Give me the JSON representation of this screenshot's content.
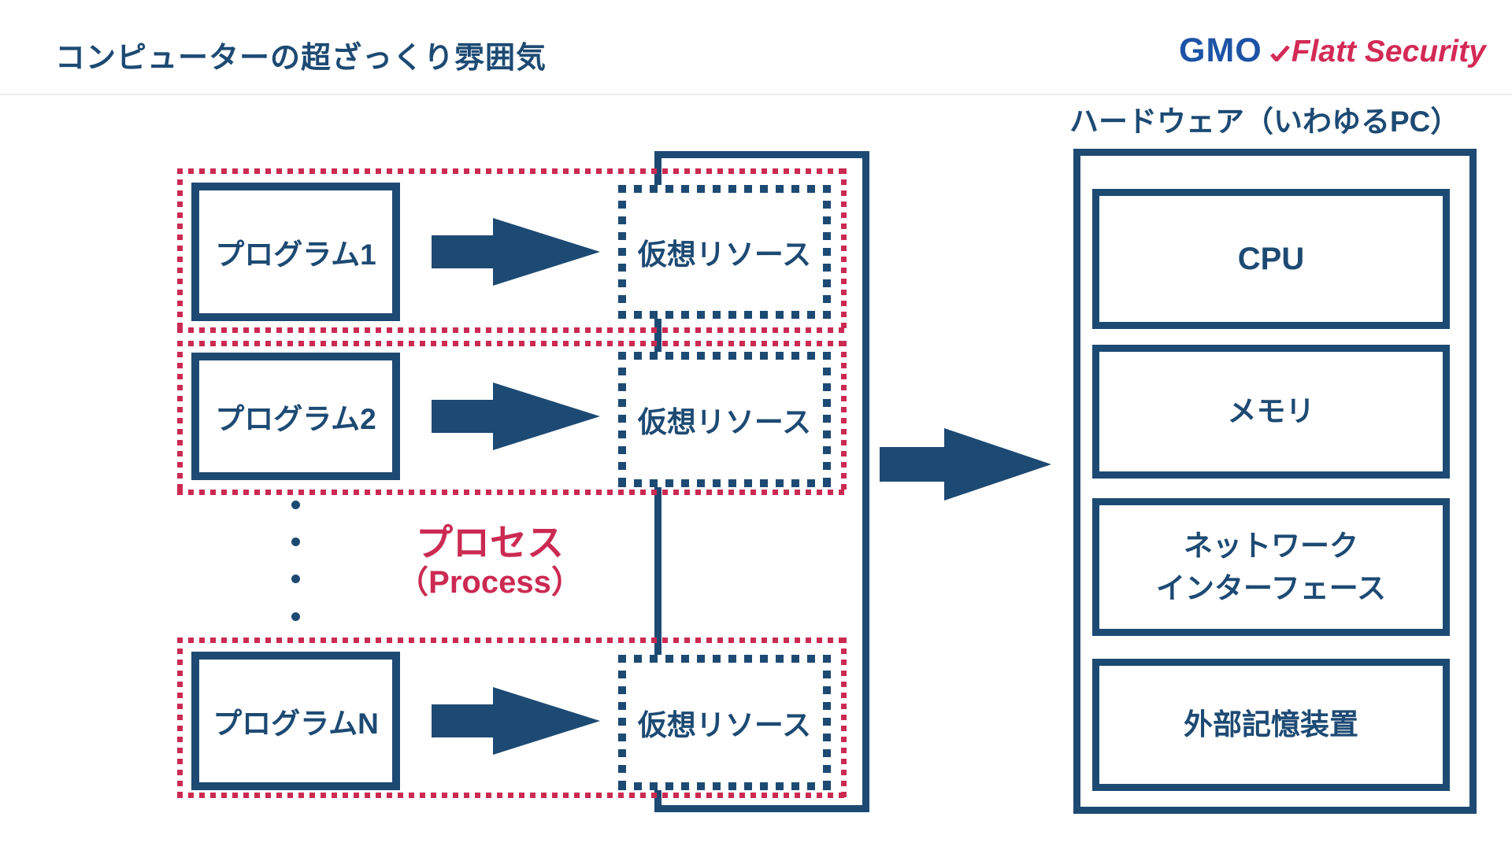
{
  "slide": {
    "title": "コンピューターの超ざっくり雰囲気"
  },
  "logo": {
    "gmo": "GMO",
    "brand": "Flatt Security"
  },
  "process_group": {
    "label_ja": "プロセス",
    "label_en": "（Process）",
    "rows": [
      {
        "program": "プログラム1",
        "resource": "仮想リソース"
      },
      {
        "program": "プログラム2",
        "resource": "仮想リソース"
      },
      {
        "program": "プログラムN",
        "resource": "仮想リソース"
      }
    ],
    "ellipsis_dots": 4
  },
  "hardware": {
    "caption": "ハードウェア（いわゆるPC）",
    "components": [
      {
        "label": "CPU"
      },
      {
        "label": "メモリ"
      },
      {
        "label": "ネットワーク\nインターフェース"
      },
      {
        "label": "外部記憶装置"
      }
    ]
  },
  "colors": {
    "navy": "#1d4a73",
    "diagram_red": "#cb2a52",
    "gmo_blue": "#1d53a6",
    "brand_red": "#d32a56",
    "divider_gray": "#ececec",
    "background": "#ffffff"
  }
}
